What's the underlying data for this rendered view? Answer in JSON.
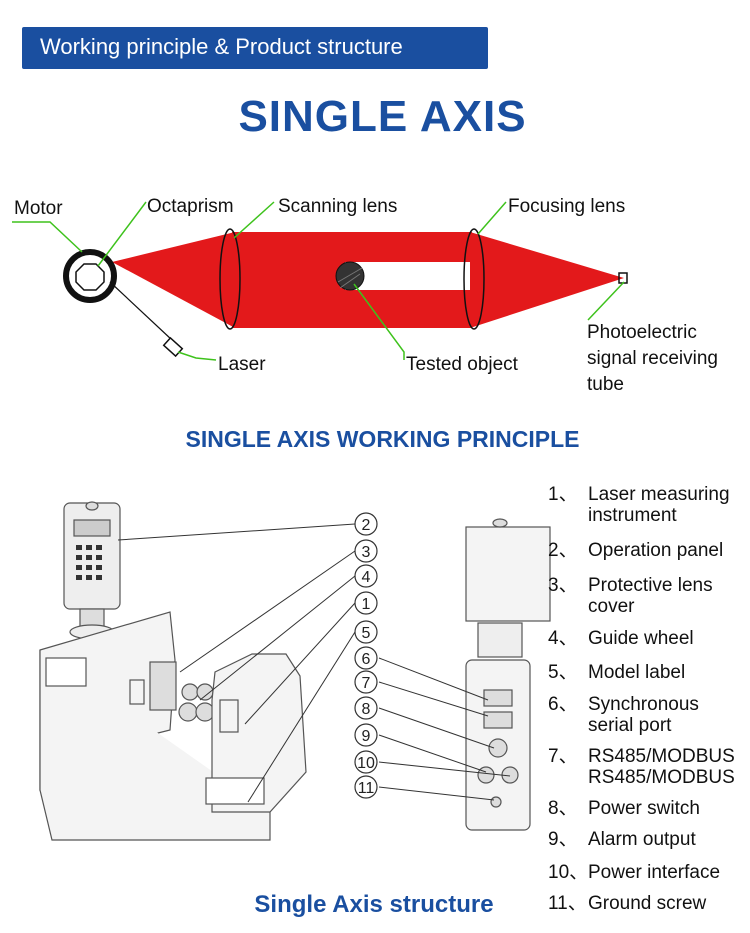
{
  "header": {
    "banner": "Working principle & Product structure"
  },
  "title": "SINGLE AXIS",
  "principle": {
    "labels": {
      "motor": "Motor",
      "octaprism": "Octaprism",
      "scanning_lens": "Scanning lens",
      "focusing_lens": "Focusing lens",
      "laser": "Laser",
      "tested_object": "Tested object",
      "photoelectric": "Photoelectric signal receiving tube"
    },
    "caption": "SINGLE AXIS WORKING PRINCIPLE",
    "beam_color": "#e3191b"
  },
  "structure": {
    "callouts": [
      "2",
      "3",
      "4",
      "1",
      "5",
      "6",
      "7",
      "8",
      "9",
      "10",
      "11"
    ],
    "parts": [
      {
        "num": "1、",
        "label": "Laser measuring instrument"
      },
      {
        "num": "2、",
        "label": "Operation panel"
      },
      {
        "num": "3、",
        "label": "Protective lens cover"
      },
      {
        "num": "4、",
        "label": "Guide wheel"
      },
      {
        "num": "5、",
        "label": "Model label"
      },
      {
        "num": "6、",
        "label": "Synchronous serial port"
      },
      {
        "num": "7、",
        "label": "RS485/MODBUS RS485/MODBUS"
      },
      {
        "num": "8、",
        "label": "Power switch"
      },
      {
        "num": "9、",
        "label": "Alarm output"
      },
      {
        "num": "10、",
        "label": "Power interface"
      },
      {
        "num": "11、",
        "label": "Ground screw"
      }
    ],
    "caption": "Single Axis structure"
  },
  "colors": {
    "brand_blue": "#1a4fa0",
    "leader_green": "#3ec21c"
  }
}
